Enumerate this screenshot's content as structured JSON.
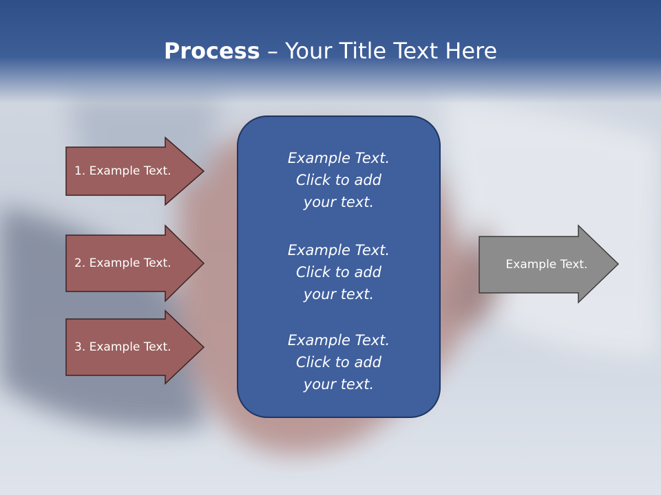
{
  "slide": {
    "title_bold": "Process",
    "title_rest": " – Your Title Text Here"
  },
  "left_arrows": [
    {
      "label": "1. Example Text."
    },
    {
      "label": "2. Example Text."
    },
    {
      "label": "3. Example Text."
    }
  ],
  "center_box": {
    "blocks": [
      {
        "line1": "Example Text.",
        "line2": "Click  to add",
        "line3": "your text."
      },
      {
        "line1": "Example Text.",
        "line2": "Click  to add",
        "line3": "your text."
      },
      {
        "line1": "Example Text.",
        "line2": "Click  to add",
        "line3": "your text."
      }
    ]
  },
  "right_arrow": {
    "label": "Example Text."
  },
  "colors": {
    "title_band": "#3a5b96",
    "left_arrow_fill": "#9a5f5e",
    "center_box_fill": "#3f5f9d",
    "right_arrow_fill": "#8c8c8c"
  }
}
